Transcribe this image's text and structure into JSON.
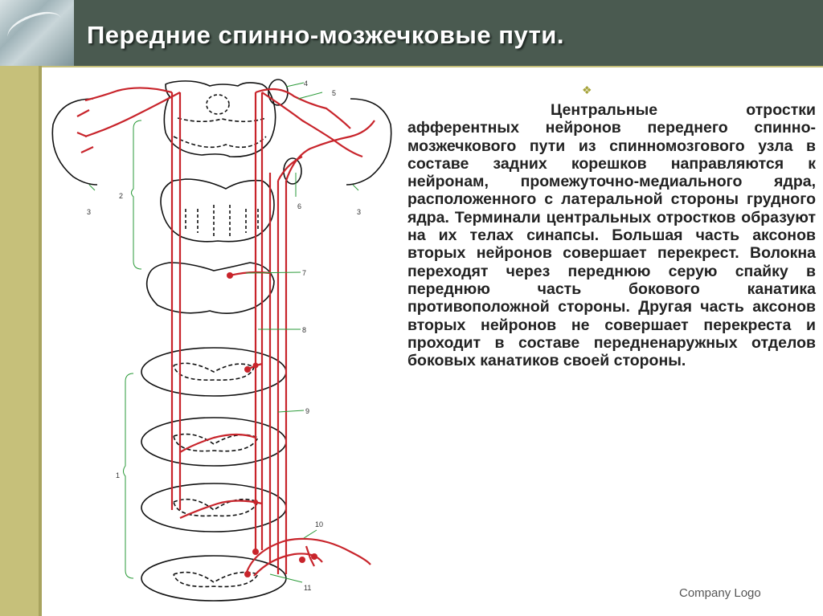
{
  "header": {
    "title": "Передние спинно-мозжечковые пути."
  },
  "bullet_symbol": "❖",
  "body_text": "Центральные отростки афферентных нейронов переднего спинно-мозжечкового пути из спинномозгового узла в составе задних корешков направляются к нейронам, промежуточно-медиального ядра, расположенного с латеральной стороны грудного ядра. Терминали центральных отростков образуют на их телах синапсы. Большая часть аксонов вторых нейронов совершает перекрест. Волокна переходят через переднюю серую спайку в переднюю часть бокового канатика противоположной стороны. Другая часть аксонов вторых нейронов не совершает перекреста и проходит в составе передненаружных отделов боковых канатиков своей стороны.",
  "diagram": {
    "labels": [
      "1",
      "2",
      "3",
      "3",
      "4",
      "5",
      "6",
      "7",
      "8",
      "9",
      "10",
      "11"
    ]
  },
  "footer": {
    "company_logo": "Company Logo"
  },
  "colors": {
    "header_bg": "#4a5a50",
    "left_strip": "#c6c07a",
    "fiber_red": "#c8242b",
    "title_text": "#ffffff"
  }
}
